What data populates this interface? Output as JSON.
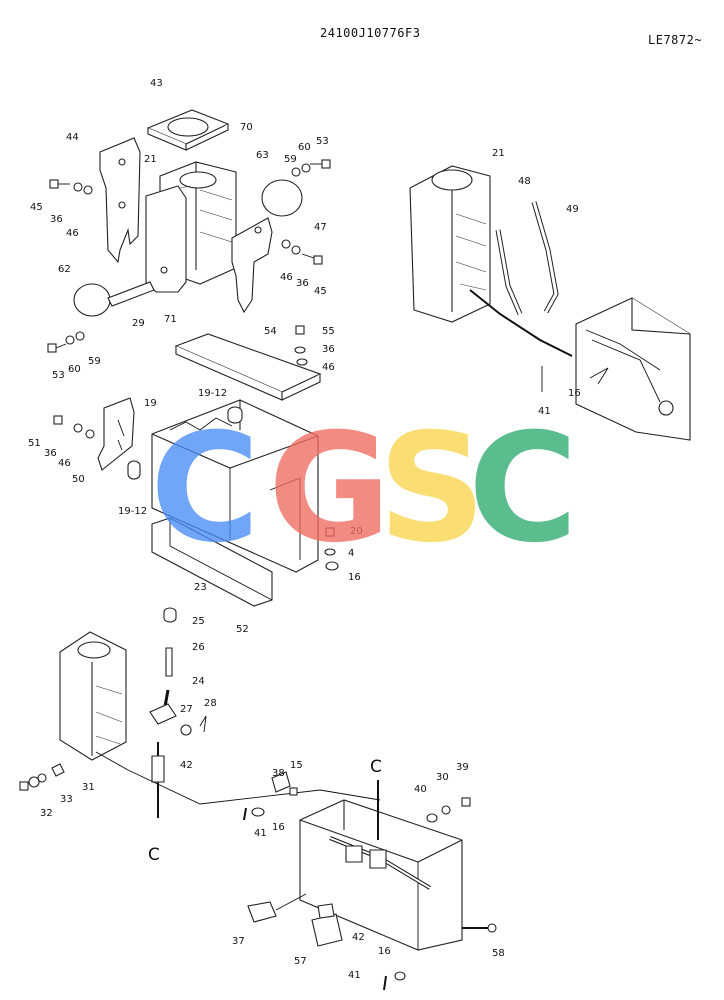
{
  "header": {
    "doc_code": "24100J10776F3",
    "sheet_ref": "LE7872~"
  },
  "watermark": {
    "letters": [
      "C",
      "G",
      "S",
      "C"
    ],
    "colors": [
      "#4a8df6",
      "#ef6b5f",
      "#f9d54d",
      "#2eaa6e"
    ]
  },
  "callouts": {
    "top_left": [
      "43",
      "44",
      "70",
      "21",
      "63",
      "59",
      "60",
      "53",
      "45",
      "36",
      "46",
      "47",
      "46",
      "36",
      "45",
      "62",
      "29",
      "71",
      "53",
      "60",
      "59",
      "55",
      "54",
      "36",
      "46"
    ],
    "top_right": [
      "21",
      "48",
      "49",
      "41",
      "16"
    ],
    "middle": [
      "19-12",
      "19",
      "51",
      "36",
      "46",
      "50",
      "19-12",
      "20",
      "4",
      "16",
      "52"
    ],
    "bottom": [
      "23",
      "25",
      "26",
      "24",
      "27",
      "28",
      "42",
      "31",
      "33",
      "32",
      "15",
      "38",
      "41",
      "16",
      "40",
      "30",
      "39",
      "42",
      "37",
      "57",
      "16",
      "41",
      "58"
    ],
    "section_marks": [
      "C",
      "C"
    ]
  }
}
